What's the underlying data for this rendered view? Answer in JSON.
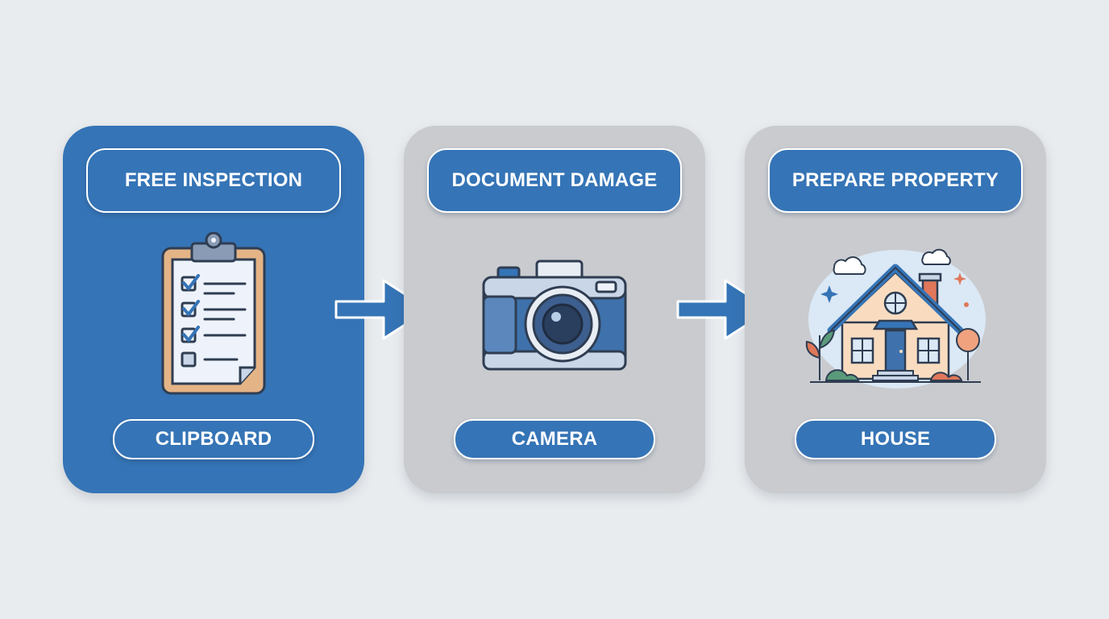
{
  "steps": [
    {
      "title": "FREE INSPECTION",
      "label": "CLIPBOARD",
      "icon": "clipboard-icon",
      "state": "active"
    },
    {
      "title": "DOCUMENT DAMAGE",
      "label": "CAMERA",
      "icon": "camera-icon",
      "state": "idle"
    },
    {
      "title": "PREPARE PROPERTY",
      "label": "HOUSE",
      "icon": "house-icon",
      "state": "idle"
    }
  ],
  "colors": {
    "background": "#e9ecef",
    "accent_blue": "#3574b6",
    "card_gray": "#c9cbcf",
    "clipboard_tan": "#e4b487",
    "house_peach": "#f9dcc0",
    "roof_orange": "#e0775a"
  }
}
